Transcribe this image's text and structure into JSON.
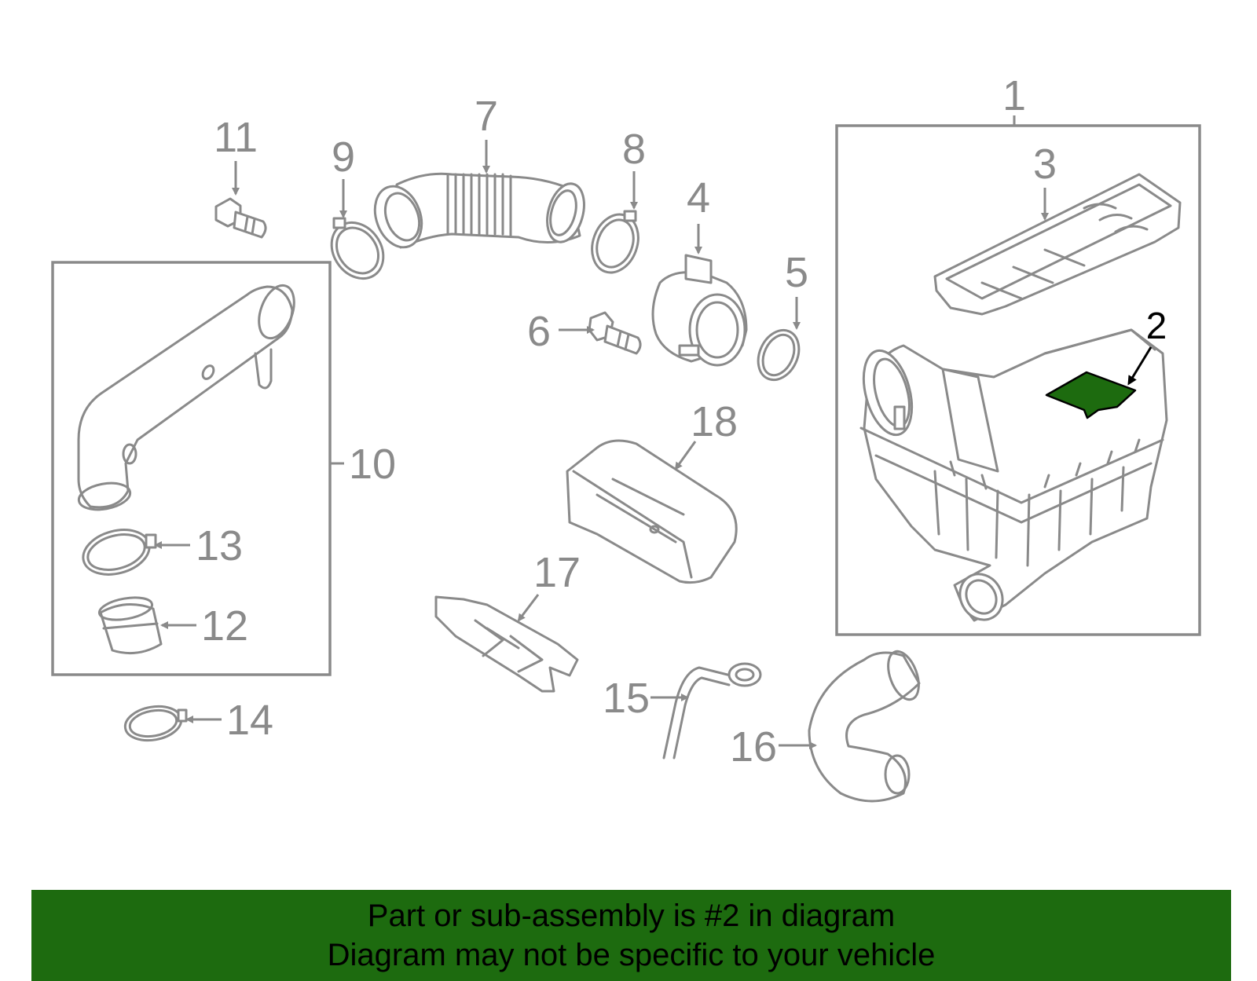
{
  "callouts": {
    "c1": "1",
    "c2": "2",
    "c3": "3",
    "c4": "4",
    "c5": "5",
    "c6": "6",
    "c7": "7",
    "c8": "8",
    "c9": "9",
    "c10": "10",
    "c11": "11",
    "c12": "12",
    "c13": "13",
    "c14": "14",
    "c15": "15",
    "c16": "16",
    "c17": "17",
    "c18": "18"
  },
  "highlight": {
    "part_number": "2",
    "color": "#1d6b0f"
  },
  "banner": {
    "line1": "Part or sub-assembly is #2 in diagram",
    "line2": "Diagram may not be specific to your vehicle",
    "background": "#1d6b0f"
  },
  "colors": {
    "line_art": "#8a8a8a",
    "highlight_outline": "#000000"
  }
}
